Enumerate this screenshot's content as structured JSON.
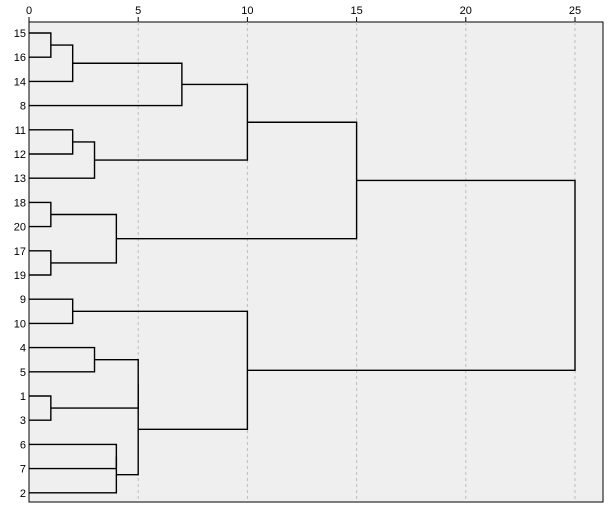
{
  "chart_data": {
    "type": "dendrogram",
    "orientation": "horizontal",
    "title": "",
    "xlabel": "",
    "ylabel": "",
    "xlim": [
      0,
      25
    ],
    "x_ticks": [
      0,
      5,
      10,
      15,
      20,
      25
    ],
    "grid": "vertical dashed at x ticks",
    "background": "#efefef",
    "leaves": [
      "15",
      "16",
      "14",
      "8",
      "11",
      "12",
      "13",
      "18",
      "20",
      "17",
      "19",
      "9",
      "10",
      "4",
      "5",
      "1",
      "3",
      "6",
      "7",
      "2"
    ],
    "merges": [
      {
        "a": "15",
        "b": "16",
        "height": 1
      },
      {
        "a": "15,16",
        "b": "14",
        "height": 2
      },
      {
        "a": "15,16,14",
        "b": "8",
        "height": 7
      },
      {
        "a": "11",
        "b": "12",
        "height": 2
      },
      {
        "a": "11,12",
        "b": "13",
        "height": 3
      },
      {
        "a": "15,16,14,8",
        "b": "11,12,13",
        "height": 10
      },
      {
        "a": "18",
        "b": "20",
        "height": 1
      },
      {
        "a": "17",
        "b": "19",
        "height": 1
      },
      {
        "a": "18,20",
        "b": "17,19",
        "height": 4
      },
      {
        "a": "15,16,14,8,11,12,13",
        "b": "18,20,17,19",
        "height": 15
      },
      {
        "a": "9",
        "b": "10",
        "height": 2
      },
      {
        "a": "4",
        "b": "5",
        "height": 3
      },
      {
        "a": "1",
        "b": "3",
        "height": 1
      },
      {
        "a": "6",
        "b": "7",
        "height": 4
      },
      {
        "a": "6,7",
        "b": "2",
        "height": 4
      },
      {
        "a": "4,5",
        "b": "1,3",
        "height": 5
      },
      {
        "a": "4,5,1,3",
        "b": "6,7,2",
        "height": 5
      },
      {
        "a": "9,10",
        "b": "4,5,1,3,6,7,2",
        "height": 10
      },
      {
        "a": "15,16,14,8,11,12,13,18,20,17,19",
        "b": "9,10,4,5,1,3,6,7,2",
        "height": 25
      }
    ]
  }
}
